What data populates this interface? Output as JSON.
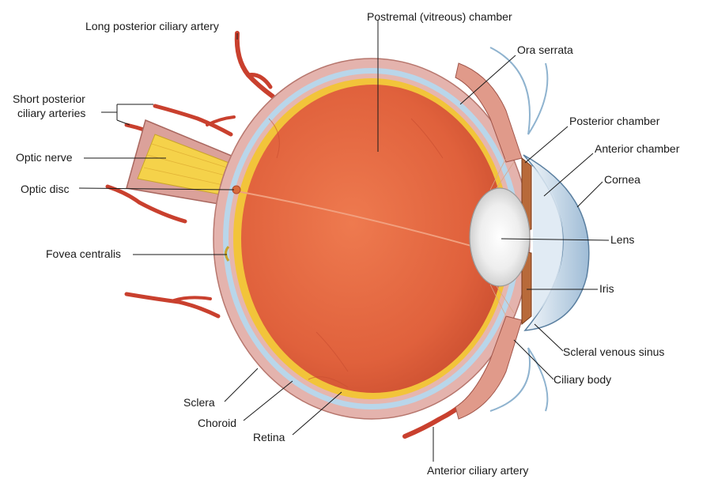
{
  "labels": {
    "long_posterior_ciliary_artery": "Long posterior ciliary artery",
    "postremal_chamber": "Postremal (vitreous) chamber",
    "ora_serrata": "Ora serrata",
    "short_posterior_1": "Short posterior",
    "short_posterior_2": "ciliary arteries",
    "posterior_chamber": "Posterior chamber",
    "anterior_chamber": "Anterior chamber",
    "optic_nerve": "Optic nerve",
    "cornea": "Cornea",
    "optic_disc": "Optic disc",
    "lens": "Lens",
    "fovea_centralis": "Fovea centralis",
    "iris": "Iris",
    "scleral_venous_sinus": "Scleral venous sinus",
    "ciliary_body": "Ciliary body",
    "sclera": "Sclera",
    "choroid": "Choroid",
    "retina": "Retina",
    "anterior_ciliary_artery": "Anterior ciliary artery"
  },
  "colors": {
    "sclera": "#e4b3ad",
    "choroid": "#b9d6ea",
    "retina": "#f2c43a",
    "vitreous": "#e2653f",
    "artery": "#c9402e",
    "optic_nerve": "#f5d24a",
    "lens": "#f1f1f1",
    "cornea": "#cfe0ee"
  }
}
